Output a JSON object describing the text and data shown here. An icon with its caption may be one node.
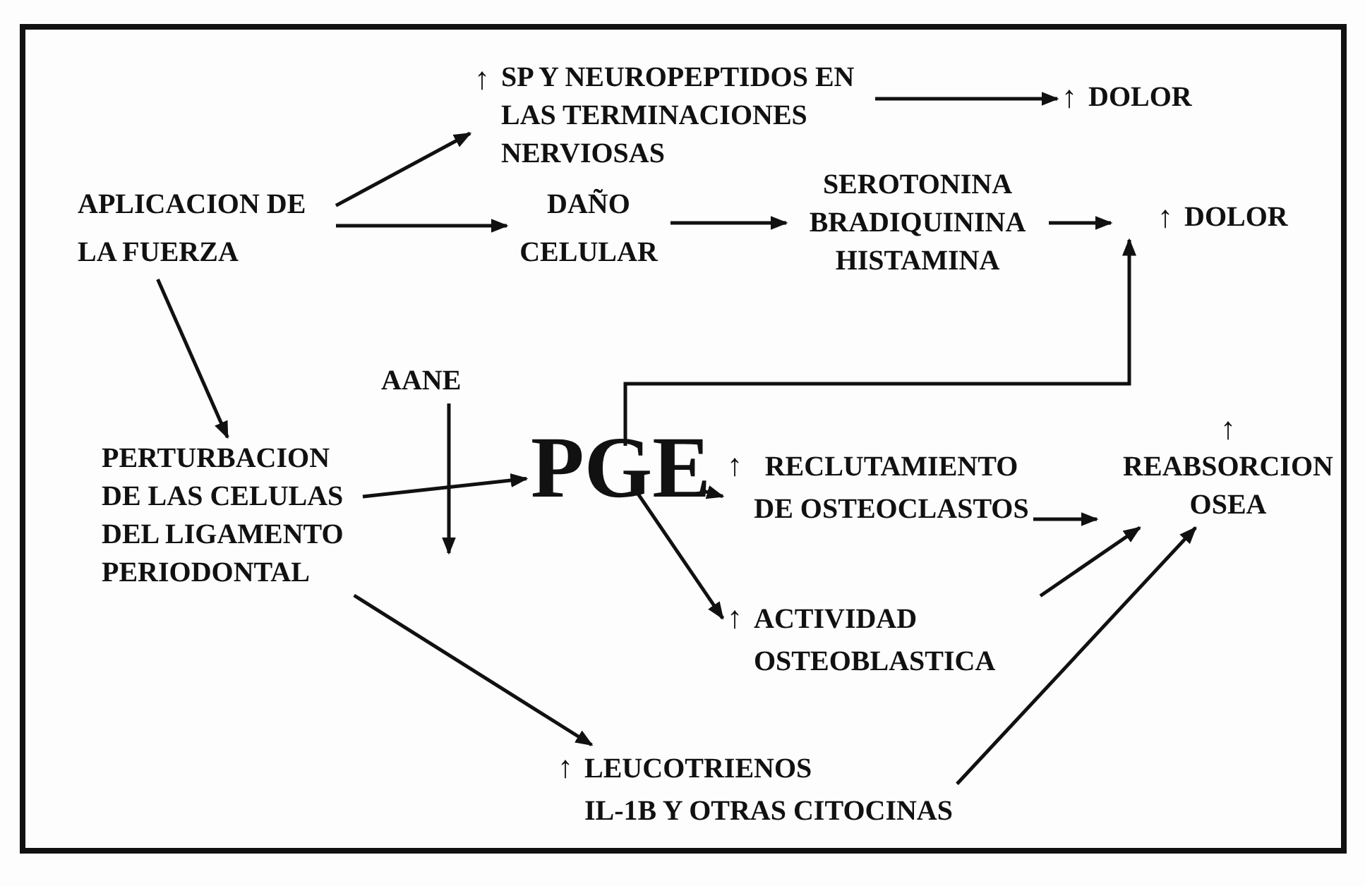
{
  "diagram": {
    "nodes": [
      {
        "text": [
          "APLICACION DE LA FUERZA"
        ]
      },
      {
        "text": [
          "↑",
          "SP Y NEUROPEPTIDOS EN LAS TERMINACIONES NERVIOSAS"
        ]
      },
      {
        "text": [
          "↑",
          "DOLOR"
        ]
      },
      {
        "text": [
          "DAÑO CELULAR"
        ]
      },
      {
        "text": [
          "SEROTONINA BRADIQUININA HISTAMINA"
        ]
      },
      {
        "text": [
          "↑",
          "DOLOR"
        ]
      },
      {
        "text": [
          "AANE"
        ]
      },
      {
        "text": [
          "PERTURBACION DE LAS CELULAS DEL LIGAMENTO PERIODONTAL"
        ]
      },
      {
        "text": [
          "PGE"
        ]
      },
      {
        "text": [
          "↑",
          "RECLUTAMIENTO DE OSTEOCLASTOS"
        ]
      },
      {
        "text": [
          "↑",
          "REABSORCION OSEA"
        ]
      },
      {
        "text": [
          "↑",
          "ACTIVIDAD OSTEOBLASTICA"
        ]
      },
      {
        "text": [
          "↑",
          "LEUCOTRIENOS",
          "IL-1B Y OTRAS CITOCINAS"
        ]
      }
    ],
    "edges": [
      {
        "from": 0,
        "to": 1,
        "arrow": "to"
      },
      {
        "from": 0,
        "to": 3,
        "arrow": "to"
      },
      {
        "from": 1,
        "to": 2,
        "arrow": "to"
      },
      {
        "from": 3,
        "to": 4,
        "arrow": "to"
      },
      {
        "from": 4,
        "to": 5,
        "arrow": "to"
      },
      {
        "from": 0,
        "to": 7,
        "arrow": "to"
      },
      {
        "from": 7,
        "to": 8,
        "arrow": "to"
      },
      {
        "from": 6,
        "to": null,
        "arrow": "to"
      },
      {
        "from": 8,
        "to": 5,
        "arrow": "to"
      },
      {
        "from": 8,
        "to": 9,
        "arrow": "to"
      },
      {
        "from": 8,
        "to": 11,
        "arrow": "to"
      },
      {
        "from": 9,
        "to": 10,
        "arrow": "to"
      },
      {
        "from": 11,
        "to": 10,
        "arrow": "to"
      },
      {
        "from": 7,
        "to": 12,
        "arrow": "to"
      },
      {
        "from": 12,
        "to": 10,
        "arrow": "to"
      }
    ]
  }
}
